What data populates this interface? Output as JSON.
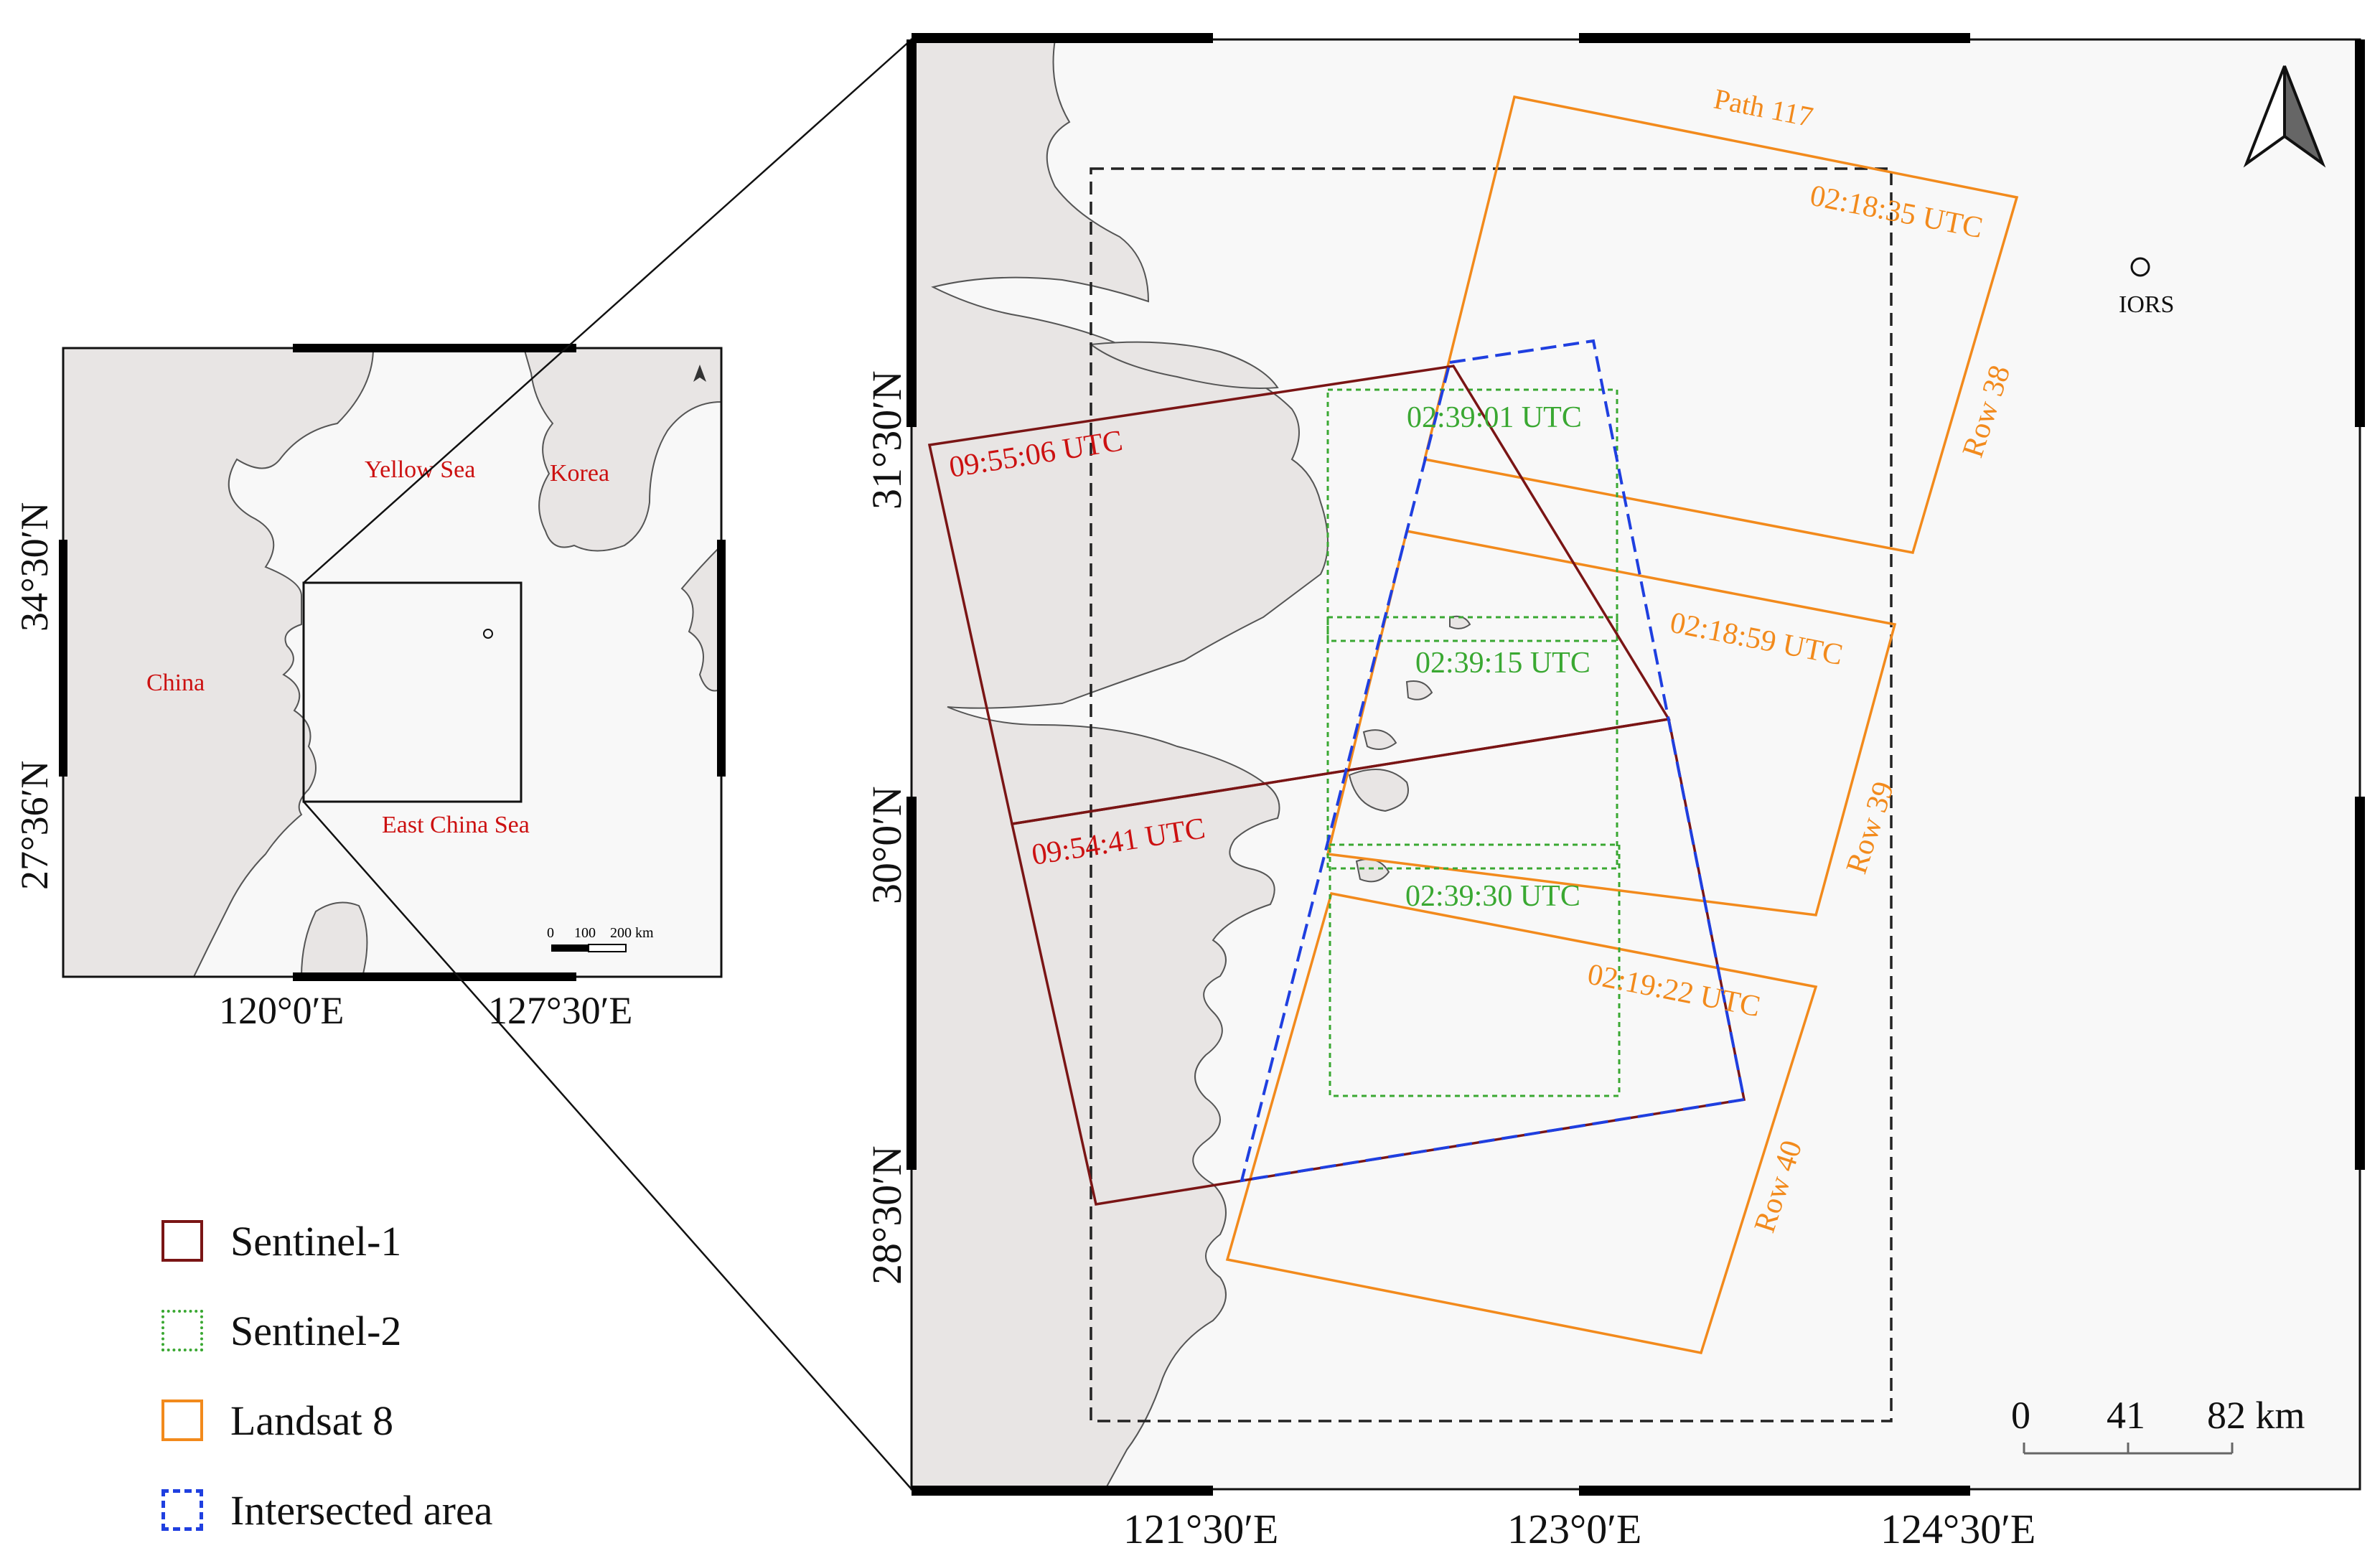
{
  "colors": {
    "land": "#e8e5e4",
    "sea": "#f8f8f8",
    "sentinel1": "#7a1515",
    "sentinel2": "#3aa832",
    "landsat8": "#f28a1c",
    "intersect": "#1f3fe0",
    "study_area": "#222222",
    "place_label": "#cc1111"
  },
  "overview": {
    "labels": {
      "yellow_sea": "Yellow Sea",
      "korea": "Korea",
      "china": "China",
      "east_china_sea": "East China Sea"
    },
    "lat_ticks": [
      "34°30′N",
      "27°36′N"
    ],
    "lon_ticks": [
      "120°0′E",
      "127°30′E"
    ],
    "scalebar": {
      "t0": "0",
      "t1": "100",
      "t2": "200 km"
    },
    "north_arrow": "north-arrow-icon"
  },
  "main_map": {
    "lat_ticks": [
      "31°30′N",
      "30°0′N",
      "28°30′N"
    ],
    "lon_ticks": [
      "121°30′E",
      "123°0′E",
      "124°30′E"
    ],
    "path_label": "Path 117",
    "rows": {
      "r38": "Row 38",
      "r39": "Row 39",
      "r40": "Row 40"
    },
    "times": {
      "s1_upper": "09:55:06 UTC",
      "s1_lower": "09:54:41 UTC",
      "s2_a": "02:39:01 UTC",
      "s2_b": "02:39:15 UTC",
      "s2_c": "02:39:30 UTC",
      "l8_a": "02:18:35 UTC",
      "l8_b": "02:18:59 UTC",
      "l8_c": "02:19:22 UTC"
    },
    "station": "IORS",
    "scalebar": {
      "t0": "0",
      "t1": "41",
      "t2": "82 km"
    },
    "north_arrow": "north-arrow-icon"
  },
  "legend": {
    "items": [
      {
        "label": "Sentinel-1",
        "style": "solid",
        "color": "#7a1515"
      },
      {
        "label": "Sentinel-2",
        "style": "dotted",
        "color": "#3aa832"
      },
      {
        "label": "Landsat 8",
        "style": "solid",
        "color": "#f28a1c"
      },
      {
        "label": "Intersected area",
        "style": "dashed",
        "color": "#1f3fe0"
      }
    ]
  }
}
